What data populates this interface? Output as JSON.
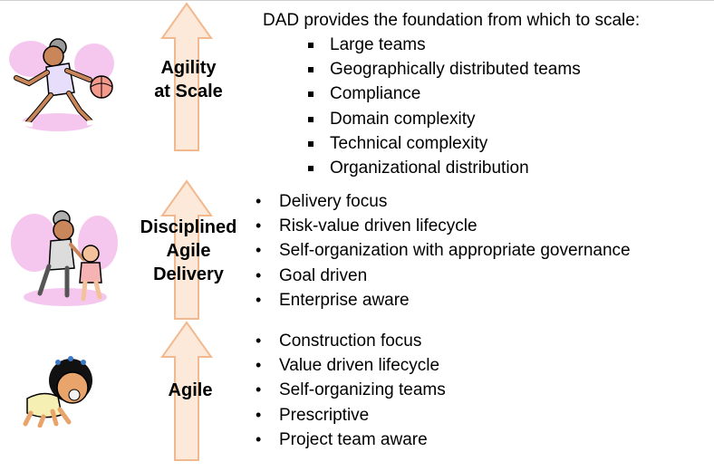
{
  "colors": {
    "arrow_fill": "#fde9d9",
    "arrow_stroke": "#f2b98f",
    "glow": "#f6c7ee"
  },
  "levels": [
    {
      "label_lines": [
        "Agility",
        "at Scale"
      ],
      "illustration": "girl-dribbling-basketball-icon",
      "heading": "DAD provides the foundation from which to scale:",
      "points": [
        "Large teams",
        "Geographically distributed teams",
        "Compliance",
        "Domain complexity",
        "Technical complexity",
        "Organizational distribution"
      ]
    },
    {
      "label_lines": [
        "Disciplined",
        "Agile",
        "Delivery"
      ],
      "illustration": "adult-helping-toddler-walk-icon",
      "points": [
        "Delivery focus",
        "Risk-value driven lifecycle",
        "Self-organization with appropriate governance",
        "Goal driven",
        "Enterprise aware"
      ]
    },
    {
      "label_lines": [
        "Agile"
      ],
      "illustration": "crawling-baby-icon",
      "points": [
        "Construction focus",
        "Value driven lifecycle",
        "Self-organizing teams",
        "Prescriptive",
        "Project team aware"
      ]
    }
  ]
}
